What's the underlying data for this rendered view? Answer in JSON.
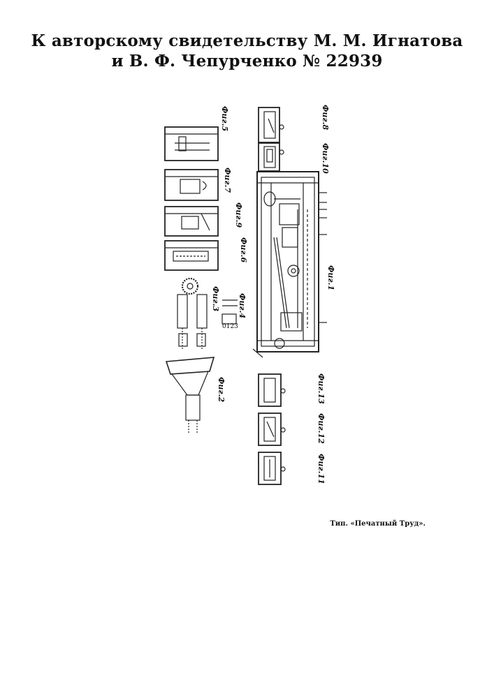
{
  "header": {
    "line1": "К авторскому свидетельству М. М. Игнатова",
    "line2": "и В. Ф. Чепурченко № 22939"
  },
  "figures": {
    "fig1": "Фиг.1",
    "fig2": "Фиг.2",
    "fig3": "Фиг.3",
    "fig4": "Фиг.4",
    "fig5": "Фиг.5",
    "fig6": "Фиг.6",
    "fig7": "Фиг.7",
    "fig8": "Фиг.8",
    "fig9": "Фиг.9",
    "fig10": "Фиг.10",
    "fig11": "Фиг.11",
    "fig12": "Фиг.12",
    "fig13": "Фиг.13"
  },
  "fig4_counter": "0123",
  "imprint": "Тип. «Печатный Труд»."
}
